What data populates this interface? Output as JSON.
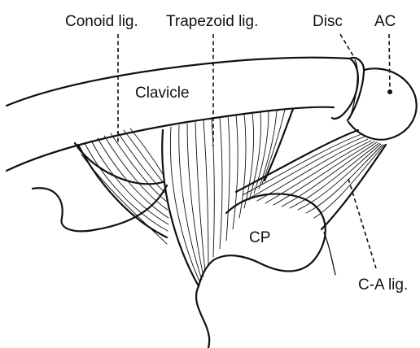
{
  "labels": {
    "conoid": "Conoid lig.",
    "trapezoid": "Trapezoid lig.",
    "disc": "Disc",
    "ac": "AC",
    "clavicle": "Clavicle",
    "cp": "CP",
    "ca": "C-A lig."
  }
}
